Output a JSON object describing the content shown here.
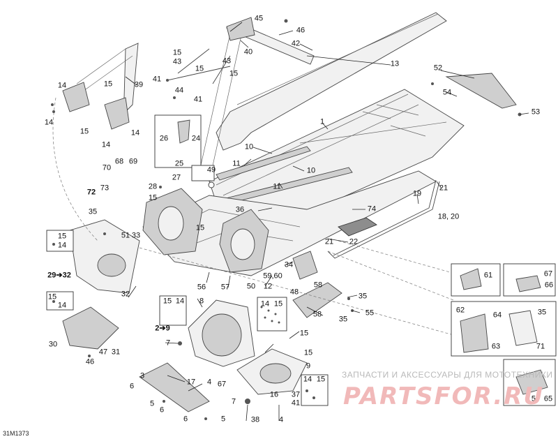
{
  "diagram": {
    "code": "31M1373",
    "watermark": {
      "text": "ЗАПЧАСТИ И АКСЕССУАРЫ ДЛЯ МОТОТЕХНИКИ",
      "logo": "PARTSFOR.RU"
    },
    "callouts": [
      {
        "id": "c45",
        "text": "45"
      },
      {
        "id": "c46",
        "text": "46"
      },
      {
        "id": "c42",
        "text": "42"
      },
      {
        "id": "c40",
        "text": "40"
      },
      {
        "id": "c13",
        "text": "13"
      },
      {
        "id": "c52",
        "text": "52"
      },
      {
        "id": "c54",
        "text": "54"
      },
      {
        "id": "c53",
        "text": "53"
      },
      {
        "id": "c15a",
        "text": "15"
      },
      {
        "id": "c43a",
        "text": "43"
      },
      {
        "id": "c15b",
        "text": "15"
      },
      {
        "id": "c43b",
        "text": "43"
      },
      {
        "id": "c15c",
        "text": "15"
      },
      {
        "id": "c41a",
        "text": "41"
      },
      {
        "id": "c44",
        "text": "44"
      },
      {
        "id": "c41b",
        "text": "41"
      },
      {
        "id": "c39",
        "text": "39"
      },
      {
        "id": "c15d",
        "text": "15"
      },
      {
        "id": "c14a",
        "text": "14"
      },
      {
        "id": "c14b",
        "text": "14"
      },
      {
        "id": "c15e",
        "text": "15"
      },
      {
        "id": "c14c",
        "text": "14"
      },
      {
        "id": "c14d",
        "text": "14"
      },
      {
        "id": "c1",
        "text": "1"
      },
      {
        "id": "c26",
        "text": "26"
      },
      {
        "id": "c24",
        "text": "24"
      },
      {
        "id": "c25",
        "text": "25"
      },
      {
        "id": "c10a",
        "text": "10"
      },
      {
        "id": "c10b",
        "text": "10"
      },
      {
        "id": "c11a",
        "text": "11"
      },
      {
        "id": "c11b",
        "text": "11"
      },
      {
        "id": "c49",
        "text": "49"
      },
      {
        "id": "c70",
        "text": "70"
      },
      {
        "id": "c68",
        "text": "68"
      },
      {
        "id": "c69",
        "text": "69"
      },
      {
        "id": "c27",
        "text": "27"
      },
      {
        "id": "c73",
        "text": "73"
      },
      {
        "id": "c28",
        "text": "28"
      },
      {
        "id": "c72",
        "text": "72"
      },
      {
        "id": "c15f",
        "text": "15"
      },
      {
        "id": "c36",
        "text": "36"
      },
      {
        "id": "c74",
        "text": "74"
      },
      {
        "id": "c19",
        "text": "19"
      },
      {
        "id": "c21a",
        "text": "21"
      },
      {
        "id": "c1820",
        "text": "18, 20"
      },
      {
        "id": "c35a",
        "text": "35"
      },
      {
        "id": "c15g",
        "text": "15"
      },
      {
        "id": "c14e",
        "text": "14"
      },
      {
        "id": "c15h",
        "text": "15"
      },
      {
        "id": "c51",
        "text": "51"
      },
      {
        "id": "c33",
        "text": "33"
      },
      {
        "id": "c22",
        "text": "22"
      },
      {
        "id": "c21b",
        "text": "21"
      },
      {
        "id": "c34",
        "text": "34"
      },
      {
        "id": "c2932",
        "text": "29➔32"
      },
      {
        "id": "c32",
        "text": "32"
      },
      {
        "id": "c56",
        "text": "56"
      },
      {
        "id": "c57a",
        "text": "57"
      },
      {
        "id": "c50",
        "text": "50"
      },
      {
        "id": "c12",
        "text": "12"
      },
      {
        "id": "c5960",
        "text": "59,60"
      },
      {
        "id": "c58a",
        "text": "58"
      },
      {
        "id": "c48",
        "text": "48"
      },
      {
        "id": "c58b",
        "text": "58"
      },
      {
        "id": "c35b",
        "text": "35"
      },
      {
        "id": "c55",
        "text": "55"
      },
      {
        "id": "c35c",
        "text": "35"
      },
      {
        "id": "c61",
        "text": "61"
      },
      {
        "id": "c67a",
        "text": "67"
      },
      {
        "id": "c66",
        "text": "66"
      },
      {
        "id": "c15i",
        "text": "15"
      },
      {
        "id": "c14f",
        "text": "14"
      },
      {
        "id": "c15j",
        "text": "15"
      },
      {
        "id": "c14g",
        "text": "14"
      },
      {
        "id": "c8",
        "text": "8"
      },
      {
        "id": "c14h",
        "text": "14"
      },
      {
        "id": "c15k",
        "text": "15"
      },
      {
        "id": "c29",
        "text": "2➔9"
      },
      {
        "id": "c7a",
        "text": "7"
      },
      {
        "id": "c15l",
        "text": "15"
      },
      {
        "id": "c15m",
        "text": "15"
      },
      {
        "id": "c62",
        "text": "62"
      },
      {
        "id": "c64",
        "text": "64"
      },
      {
        "id": "c35d",
        "text": "35"
      },
      {
        "id": "c63",
        "text": "63"
      },
      {
        "id": "c71",
        "text": "71"
      },
      {
        "id": "c30",
        "text": "30"
      },
      {
        "id": "c47",
        "text": "47"
      },
      {
        "id": "c31",
        "text": "31"
      },
      {
        "id": "c46b",
        "text": "46"
      },
      {
        "id": "c9",
        "text": "9"
      },
      {
        "id": "c3",
        "text": "3"
      },
      {
        "id": "c17",
        "text": "17"
      },
      {
        "id": "c6a",
        "text": "6"
      },
      {
        "id": "c4a",
        "text": "4"
      },
      {
        "id": "c67b",
        "text": "67"
      },
      {
        "id": "c14i",
        "text": "14"
      },
      {
        "id": "c15n",
        "text": "15"
      },
      {
        "id": "c16",
        "text": "16"
      },
      {
        "id": "c37",
        "text": "37"
      },
      {
        "id": "c41c",
        "text": "41"
      },
      {
        "id": "c7b",
        "text": "7"
      },
      {
        "id": "c5a",
        "text": "5"
      },
      {
        "id": "c6b",
        "text": "6"
      },
      {
        "id": "c6c",
        "text": "6"
      },
      {
        "id": "c5b",
        "text": "5"
      },
      {
        "id": "c38",
        "text": "38"
      },
      {
        "id": "c4b",
        "text": "4"
      },
      {
        "id": "c57b",
        "text": "57"
      },
      {
        "id": "c65",
        "text": "65"
      }
    ]
  }
}
